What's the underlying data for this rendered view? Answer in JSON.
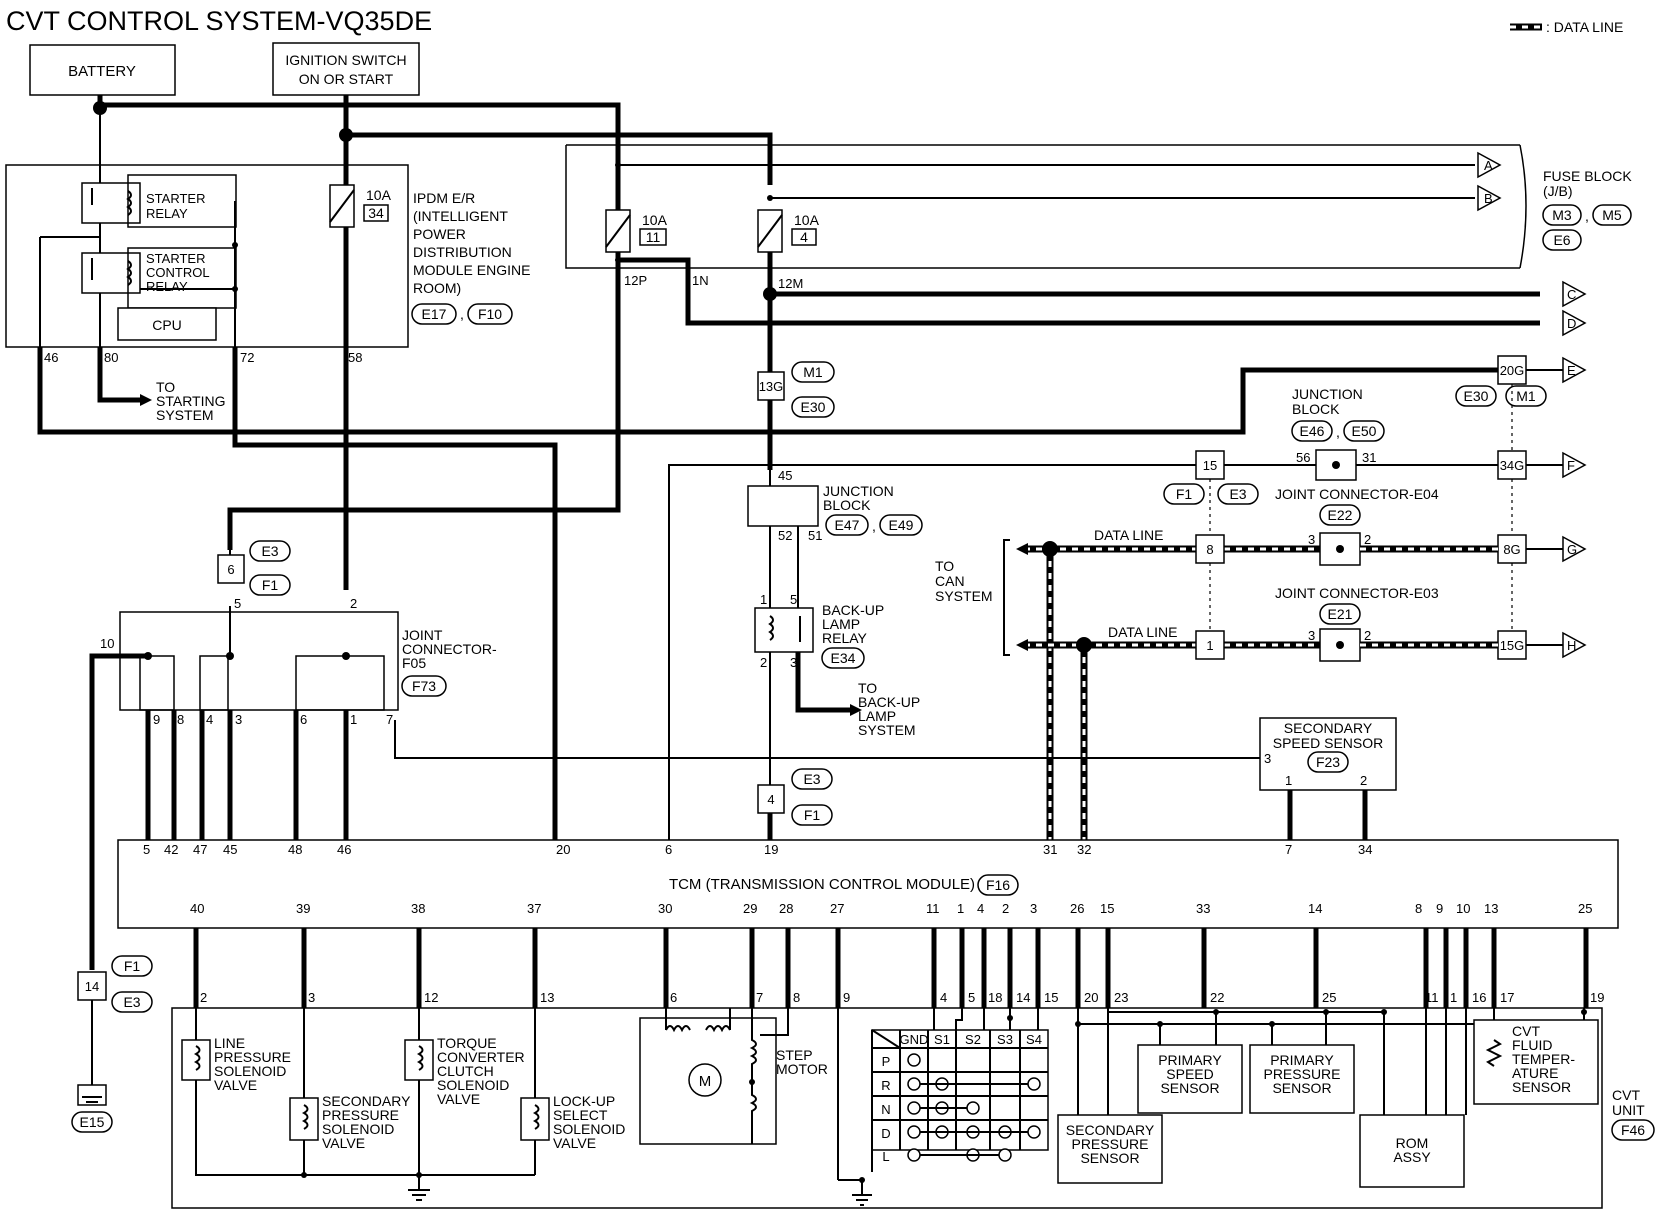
{
  "title": "CVT CONTROL SYSTEM-VQ35DE",
  "legend": {
    "label": ": DATA LINE"
  },
  "power": {
    "battery": "BATTERY",
    "ignition_line1": "IGNITION SWITCH",
    "ignition_line2": "ON OR START"
  },
  "ipdm": {
    "starter_relay": [
      "STARTER",
      "RELAY"
    ],
    "starter_control_relay": [
      "STARTER",
      "CONTROL",
      "RELAY"
    ],
    "cpu": "CPU",
    "fuse_amp": "10A",
    "fuse_no": "34",
    "label": [
      "IPDM E/R",
      "(INTELLIGENT",
      "POWER",
      "DISTRIBUTION",
      "MODULE ENGINE",
      "ROOM)"
    ],
    "connectors": [
      "E17",
      "F10"
    ],
    "pins": [
      "46",
      "80",
      "72",
      "58"
    ]
  },
  "to_starting": [
    "TO",
    "STARTING",
    "SYSTEM"
  ],
  "fuse_block": {
    "label": [
      "FUSE BLOCK",
      "(J/B)"
    ],
    "connectors": [
      "M3",
      "M5",
      "E6"
    ],
    "fuse1_amp": "10A",
    "fuse1_no": "11",
    "fuse2_amp": "10A",
    "fuse2_no": "4",
    "pins": [
      "12P",
      "1N",
      "12M"
    ],
    "arrows": [
      "A",
      "B",
      "C",
      "D",
      "E",
      "F",
      "G",
      "H"
    ]
  },
  "harness": {
    "m1": "M1",
    "e30": "E30",
    "t13g": "13G",
    "t20g": "20G",
    "t34g": "34G",
    "t8g": "8G",
    "t15g": "15G",
    "f1": "F1",
    "e3": "E3",
    "t6": "6",
    "t4": "4",
    "t14": "14",
    "t15": "15",
    "t8": "8",
    "t1": "1",
    "e15": "E15"
  },
  "junction_block_1": {
    "label": [
      "JUNCTION",
      "BLOCK"
    ],
    "connectors": [
      "E47",
      "E49"
    ],
    "pins": [
      "45",
      "52",
      "51"
    ]
  },
  "backup_relay": {
    "label": [
      "BACK-UP",
      "LAMP",
      "RELAY"
    ],
    "connector": "E34",
    "pins": [
      "1",
      "5",
      "2",
      "3"
    ]
  },
  "to_backup": [
    "TO",
    "BACK-UP",
    "LAMP",
    "SYSTEM"
  ],
  "junction_block_2": {
    "label": [
      "JUNCTION",
      "BLOCK"
    ],
    "connectors": [
      "E46",
      "E50"
    ],
    "pins": [
      "56",
      "31"
    ]
  },
  "joint_e04": {
    "label": "JOINT CONNECTOR-E04",
    "connector": "E22",
    "pins": [
      "3",
      "2"
    ]
  },
  "joint_e03": {
    "label": "JOINT CONNECTOR-E03",
    "connector": "E21",
    "pins": [
      "3",
      "2"
    ]
  },
  "can": {
    "to_can": [
      "TO",
      "CAN",
      "SYSTEM"
    ],
    "data_line": "DATA LINE"
  },
  "joint_f05": {
    "label": [
      "JOINT",
      "CONNECTOR-",
      "F05"
    ],
    "connector": "F73",
    "top_pins": [
      "5",
      "2",
      "10"
    ],
    "bottom_pins": [
      "9",
      "8",
      "4",
      "3",
      "6",
      "1",
      "7"
    ]
  },
  "secondary_speed": {
    "label": [
      "SECONDARY",
      "SPEED SENSOR"
    ],
    "connector": "F23",
    "pins": [
      "3",
      "1",
      "2"
    ]
  },
  "tcm": {
    "label": "TCM (TRANSMISSION CONTROL MODULE)",
    "connector": "F16",
    "top_pins": [
      "5",
      "42",
      "47",
      "45",
      "48",
      "46",
      "20",
      "6",
      "19",
      "31",
      "32",
      "7",
      "34"
    ],
    "bottom_pins": [
      "40",
      "39",
      "38",
      "37",
      "30",
      "29",
      "28",
      "27",
      "11",
      "1",
      "4",
      "2",
      "3",
      "26",
      "15",
      "33",
      "14",
      "8",
      "9",
      "10",
      "13",
      "25"
    ]
  },
  "cvt_unit": {
    "label": [
      "CVT",
      "UNIT"
    ],
    "connector": "F46",
    "pins": [
      "2",
      "3",
      "12",
      "13",
      "6",
      "7",
      "8",
      "9",
      "4",
      "5",
      "18",
      "14",
      "15",
      "20",
      "23",
      "22",
      "25",
      "11",
      "1",
      "16",
      "17",
      "19"
    ],
    "line_pressure": [
      "LINE",
      "PRESSURE",
      "SOLENOID",
      "VALVE"
    ],
    "secondary_pressure_sol": [
      "SECONDARY",
      "PRESSURE",
      "SOLENOID",
      "VALVE"
    ],
    "torque_converter": [
      "TORQUE",
      "CONVERTER",
      "CLUTCH",
      "SOLENOID",
      "VALVE"
    ],
    "lockup_select": [
      "LOCK-UP",
      "SELECT",
      "SOLENOID",
      "VALVE"
    ],
    "step_motor": [
      "STEP",
      "MOTOR"
    ],
    "motor_symbol": "M",
    "switch_table": {
      "columns": [
        "GND",
        "S1",
        "S2",
        "S3",
        "S4"
      ],
      "rows": [
        "P",
        "R",
        "N",
        "D",
        "L"
      ]
    },
    "secondary_pressure_sensor": [
      "SECONDARY",
      "PRESSURE",
      "SENSOR"
    ],
    "primary_speed_sensor": [
      "PRIMARY",
      "SPEED",
      "SENSOR"
    ],
    "primary_pressure_sensor": [
      "PRIMARY",
      "PRESSURE",
      "SENSOR"
    ],
    "rom_assy": [
      "ROM",
      "ASSY"
    ],
    "fluid_temp_sensor": [
      "CVT",
      "FLUID",
      "TEMPER-",
      "ATURE",
      "SENSOR"
    ]
  }
}
